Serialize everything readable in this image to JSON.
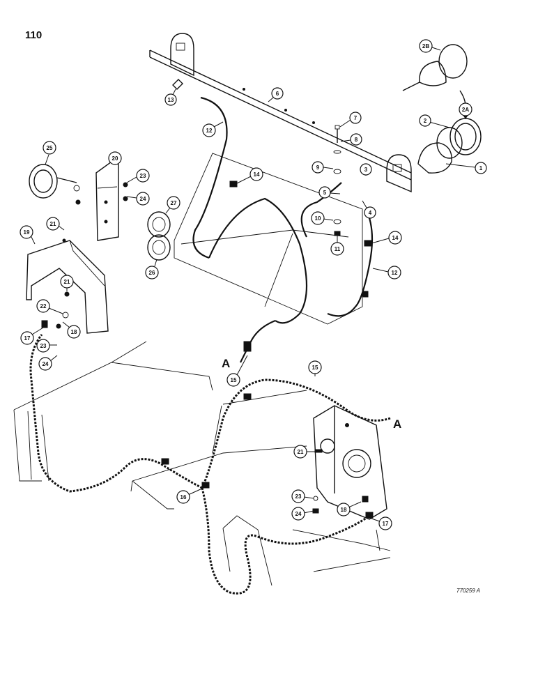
{
  "page_number": "110",
  "figure_code": "770259 A",
  "connection_ref": "A",
  "callouts": [
    "1",
    "2",
    "2A",
    "2B",
    "3",
    "4",
    "5",
    "6",
    "7",
    "8",
    "9",
    "10",
    "11",
    "12",
    "12",
    "13",
    "14",
    "14",
    "15",
    "15",
    "16",
    "17",
    "17",
    "18",
    "18",
    "19",
    "20",
    "21",
    "21",
    "21",
    "22",
    "23",
    "23",
    "23",
    "24",
    "24",
    "24",
    "25",
    "26",
    "27"
  ]
}
